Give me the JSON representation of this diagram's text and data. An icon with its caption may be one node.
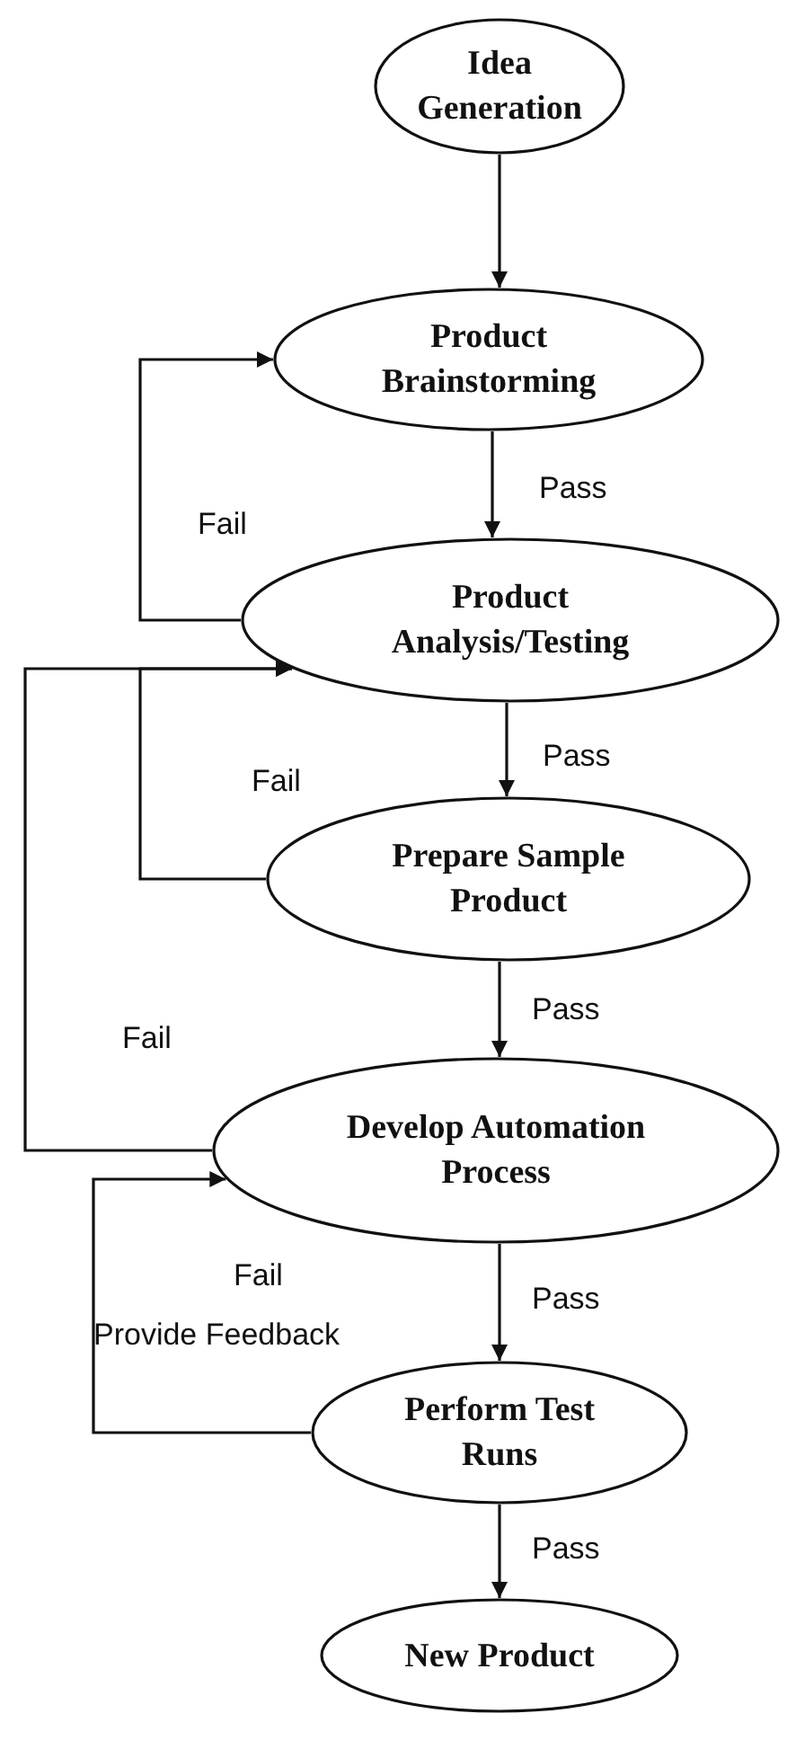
{
  "diagram": {
    "nodes": [
      {
        "text": [
          "Idea Generation"
        ]
      },
      {
        "text": [
          "Product Brainstorming"
        ]
      },
      {
        "text": [
          "Product Analysis/Testing"
        ]
      },
      {
        "text": [
          "Prepare Sample Product"
        ]
      },
      {
        "text": [
          "Develop Automation Process"
        ]
      },
      {
        "text": [
          "Perform Test Runs"
        ]
      },
      {
        "text": [
          "New Product"
        ]
      }
    ],
    "edges": [
      {
        "from": 0,
        "to": 1,
        "arrow": "to"
      },
      {
        "from": 1,
        "to": 2,
        "arrow": "to",
        "label": "Pass"
      },
      {
        "from": 2,
        "to": 1,
        "arrow": "to",
        "label": "Fail"
      },
      {
        "from": 2,
        "to": 3,
        "arrow": "to",
        "label": "Pass"
      },
      {
        "from": 3,
        "to": 2,
        "arrow": "to",
        "label": "Fail"
      },
      {
        "from": 3,
        "to": 4,
        "arrow": "to",
        "label": "Pass"
      },
      {
        "from": 4,
        "to": 2,
        "arrow": "to",
        "label": "Fail"
      },
      {
        "from": 4,
        "to": 5,
        "arrow": "to",
        "label": "Pass"
      },
      {
        "from": 5,
        "to": 4,
        "arrow": "to",
        "label": "Fail"
      },
      {
        "from": 5,
        "to": 6,
        "arrow": "to",
        "label": "Pass"
      }
    ],
    "labels": [
      "Provide Feedback"
    ]
  }
}
